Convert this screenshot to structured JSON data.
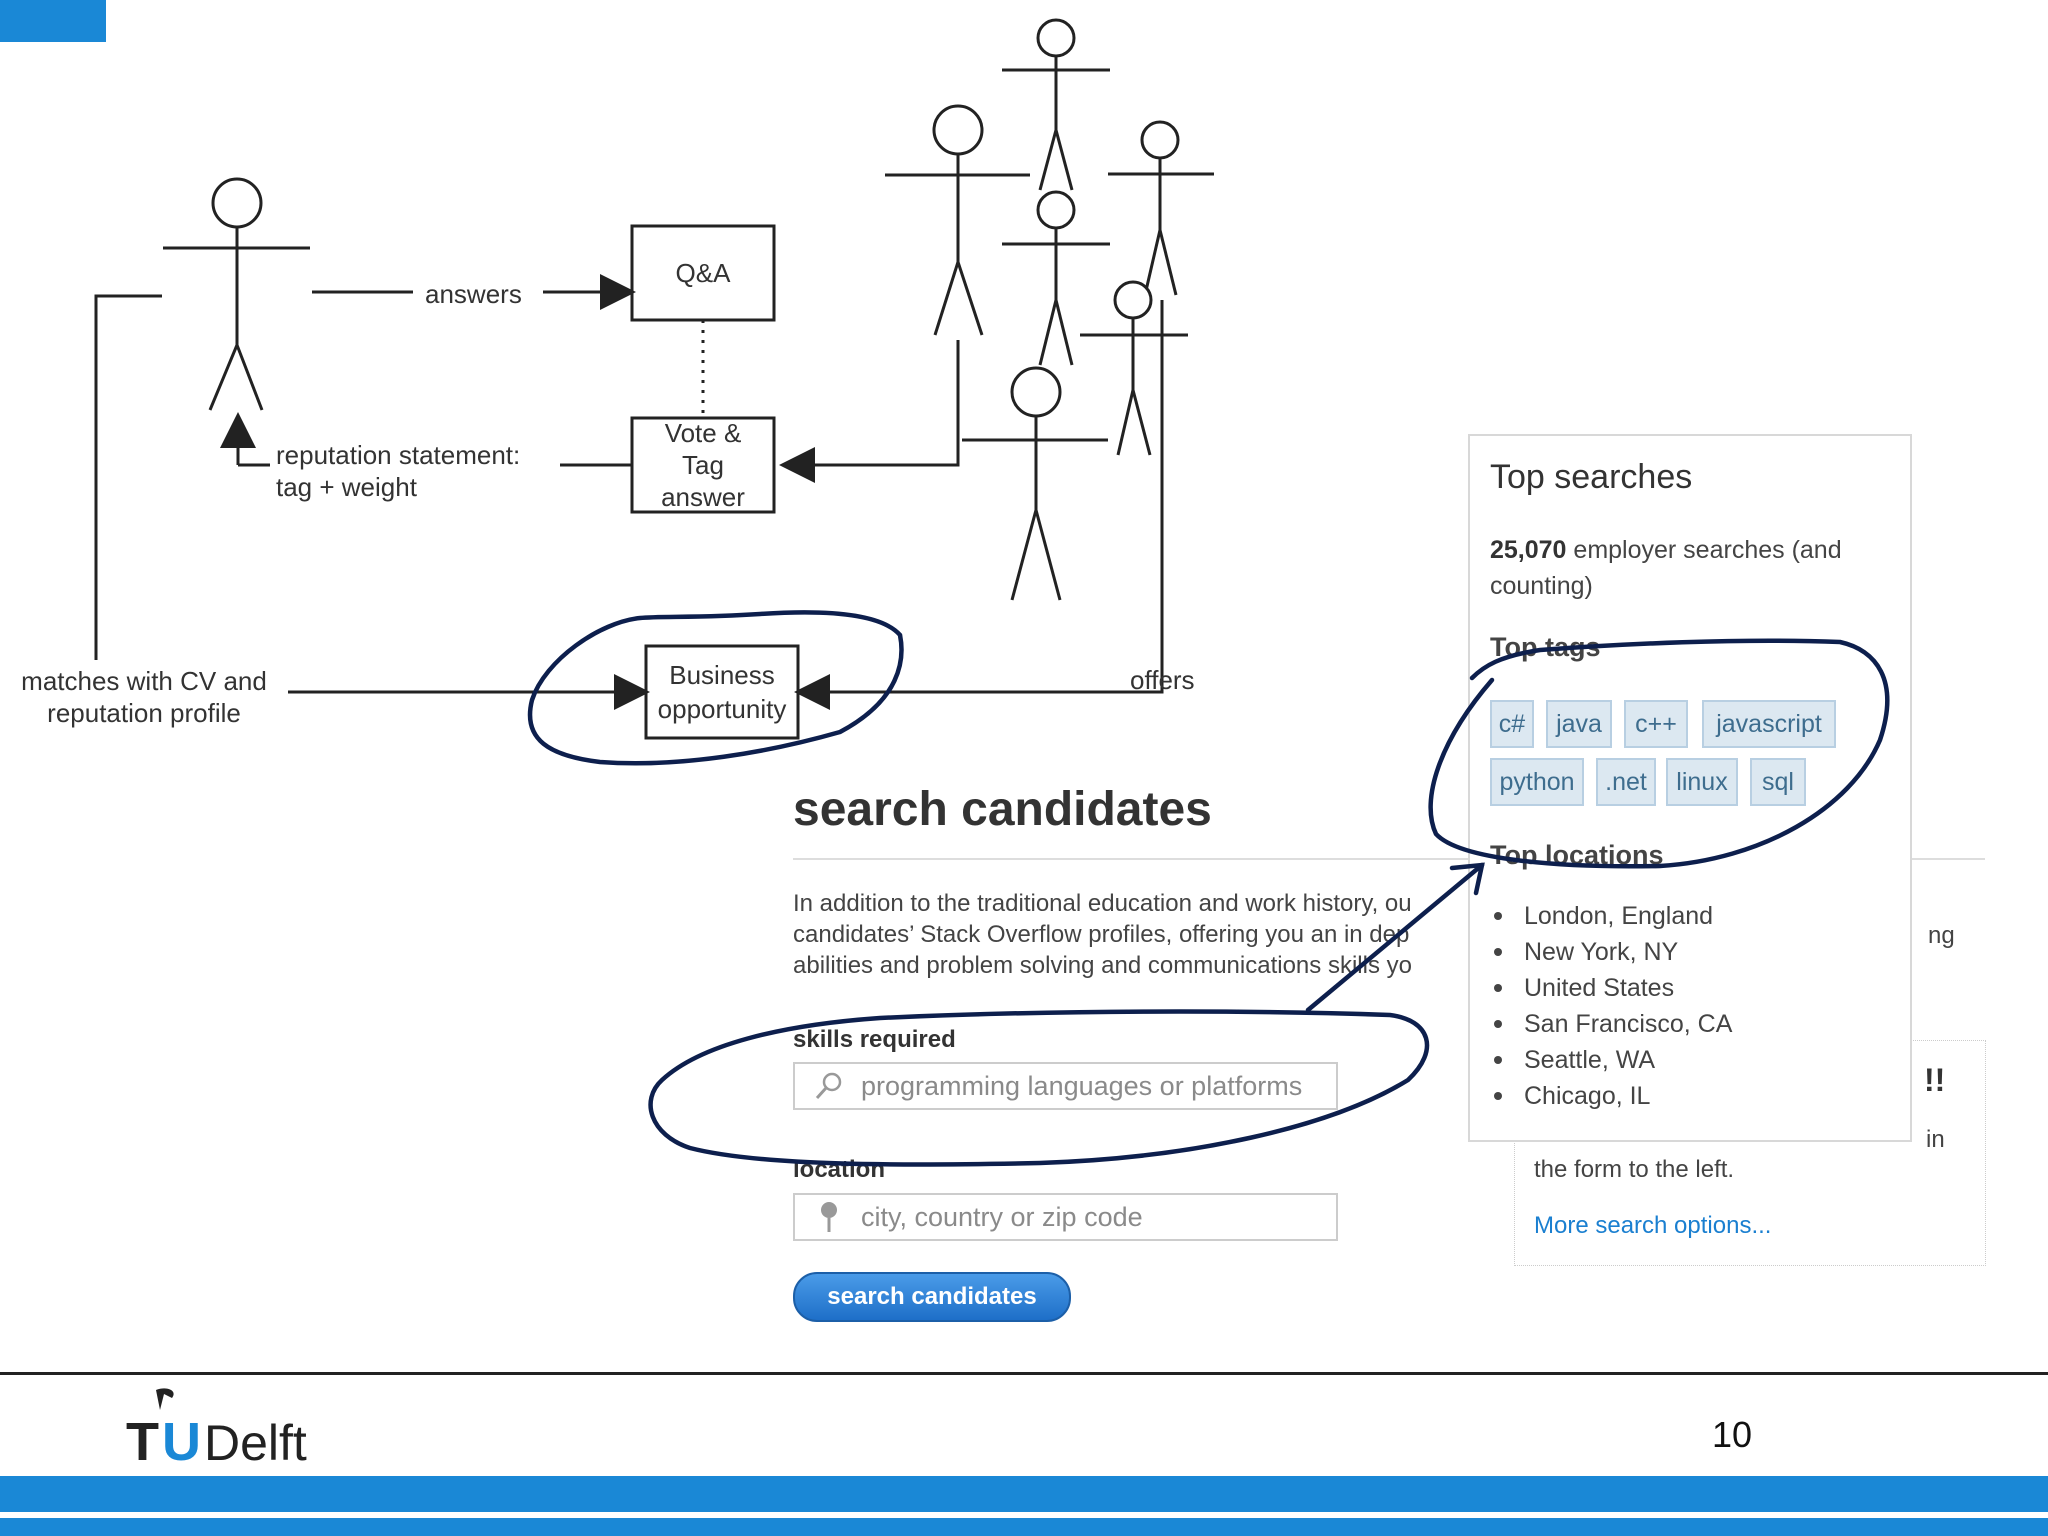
{
  "slide": {
    "page_number": "10",
    "logo_text": "TUDelft",
    "brand_color": "#1a88d6"
  },
  "diagram": {
    "box_qa": "Q&A",
    "box_vote": [
      "Vote &",
      "Tag",
      "answer"
    ],
    "box_business": [
      "Business",
      "opportunity"
    ],
    "label_answers": "answers",
    "label_reputation": [
      "reputation statement:",
      "tag + weight"
    ],
    "label_matches": [
      "matches with CV and",
      "reputation profile"
    ],
    "label_offers": "offers"
  },
  "search_panel": {
    "title": "search candidates",
    "intro_lines": [
      "In addition to the traditional education and work history, ou",
      "candidates’ Stack Overflow profiles, offering you an in dep",
      "abilities and problem solving and communications skills yo"
    ],
    "skills_label": "skills required",
    "skills_placeholder": "programming languages or platforms",
    "location_label": "location",
    "location_placeholder": "city, country or zip code",
    "search_button": "search candidates",
    "side_fragment_ng": "ng",
    "side_exclaim": "!!",
    "side_fragment_in": "in",
    "side_text": "the form to the left.",
    "more_options": "More search options..."
  },
  "top_searches": {
    "title": "Top searches",
    "count_value": "25,070",
    "count_text_1": " employer searches (and",
    "count_text_2": "counting)",
    "tags_title": "Top tags",
    "tags": [
      "c#",
      "java",
      "c++",
      "javascript",
      "python",
      ".net",
      "linux",
      "sql"
    ],
    "locations_title": "Top locations",
    "locations": [
      "London, England",
      "New York, NY",
      "United States",
      "San Francisco, CA",
      "Seattle, WA",
      "Chicago, IL"
    ]
  },
  "annotation_color": "#0d1f4d"
}
